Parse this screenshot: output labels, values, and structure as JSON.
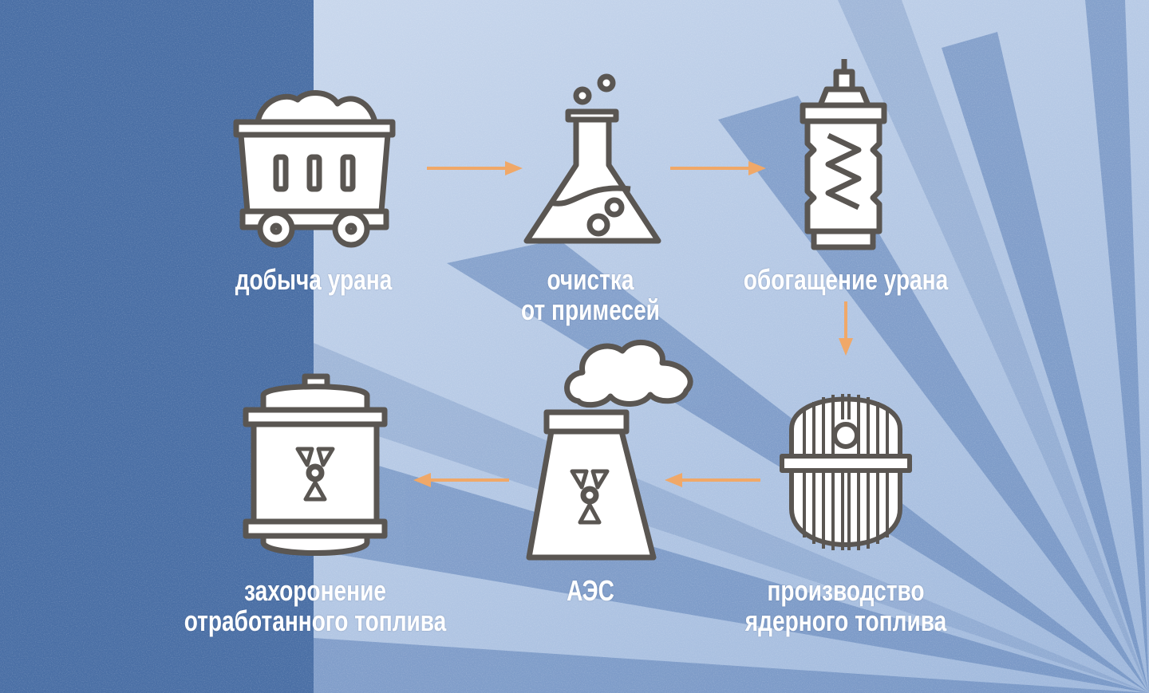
{
  "colors": {
    "left_panel": "#4a6fa5",
    "background": "#c3d4ea",
    "ray": "#5b7fb6",
    "icon_stroke": "#5a5652",
    "arrow": "#f0a868",
    "text": "#ffffff"
  },
  "steps": [
    {
      "icon": "mine-cart-icon",
      "lines": [
        "добыча урана"
      ]
    },
    {
      "icon": "flask-icon",
      "lines": [
        "очистка",
        "от примесей"
      ]
    },
    {
      "icon": "centrifuge-icon",
      "lines": [
        "обогащение урана"
      ]
    },
    {
      "icon": "fuel-assembly-icon",
      "lines": [
        "производство",
        "ядерного топлива"
      ]
    },
    {
      "icon": "power-plant-icon",
      "lines": [
        "АЭС"
      ]
    },
    {
      "icon": "waste-barrel-icon",
      "lines": [
        "захоронение",
        "отработанного топлива"
      ]
    }
  ]
}
